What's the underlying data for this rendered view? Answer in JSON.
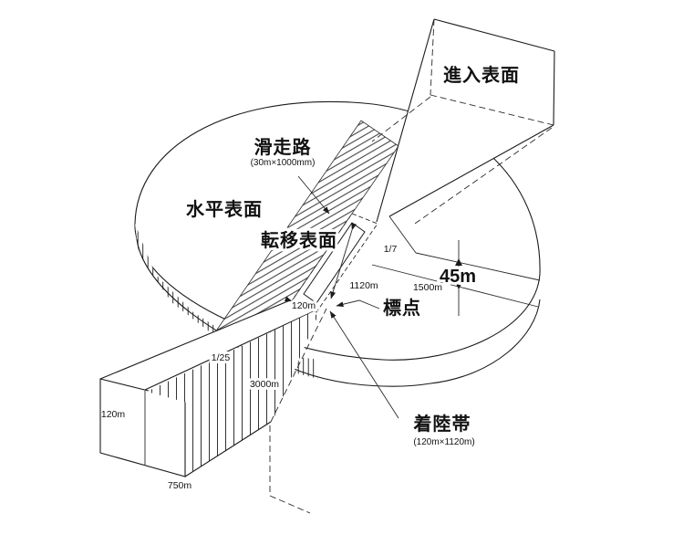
{
  "diagram": {
    "surfaces": {
      "approach_top": "進入表面",
      "horizontal": "水平表面",
      "transitional": "転移表面",
      "runway": "滑走路",
      "runway_size": "(30m×1000mm)",
      "landing_strip": "着陸帯",
      "landing_strip_size": "(120m×1120m)",
      "reference_point": "標点"
    },
    "dimensions": {
      "horizontal_height": "45m",
      "slope_right": "1/7",
      "slope_left": "1/25",
      "strip_length": "1120m",
      "radius": "1500m",
      "approach_length": "3000m",
      "approach_end_width": "750m",
      "approach_end_height": "120m",
      "strip_width": "120m"
    },
    "colors": {
      "line": "#1b1b1b",
      "background": "#ffffff"
    }
  }
}
